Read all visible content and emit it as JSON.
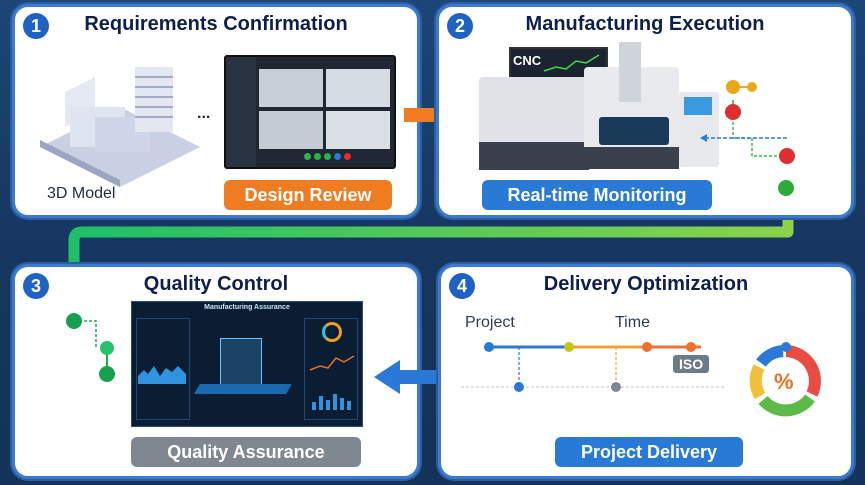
{
  "steps": [
    {
      "number": "1",
      "title": "Requirements Confirmation",
      "model_label": "3D Model",
      "ellipsis": "...",
      "button_label": "Design Review"
    },
    {
      "number": "2",
      "title": "Manufacturing Execution",
      "screen_label": "CNC",
      "button_label": "Real-time Monitoring"
    },
    {
      "number": "3",
      "title": "Quality Control",
      "dashboard_title": "Manufacturing Assurance",
      "button_label": "Quality Assurance"
    },
    {
      "number": "4",
      "title": "Delivery Optimization",
      "timeline_label_start": "Project",
      "timeline_label_end": "Time",
      "badge": "ISO",
      "donut_symbol": "%",
      "button_label": "Project Delivery"
    }
  ],
  "colors": {
    "background": "#173a66",
    "panel_border": "#3b7ad0",
    "title": "#0e1f4d",
    "orange": "#f07c22",
    "blue": "#2979d6",
    "gray": "#7f8791",
    "flow_green": "#4cc95a"
  }
}
